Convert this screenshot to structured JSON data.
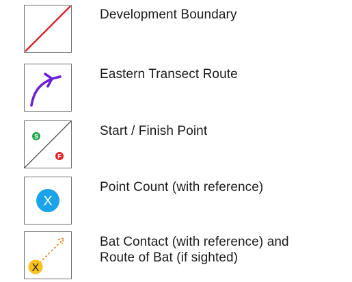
{
  "legend": {
    "items": [
      {
        "symbol": "red-diagonal-line-icon",
        "label": "Development Boundary"
      },
      {
        "symbol": "purple-route-arrow-icon",
        "label": "Eastern Transect Route"
      },
      {
        "symbol": "start-finish-diagonal-icon",
        "label": "Start / Finish Point",
        "start_marker": "S",
        "finish_marker": "F"
      },
      {
        "symbol": "point-count-circle-icon",
        "label": "Point Count (with reference)",
        "marker": "X"
      },
      {
        "symbol": "bat-contact-route-icon",
        "label_line1": "Bat Contact (with reference) and",
        "label_line2": "Route of Bat (if sighted)",
        "marker": "X"
      }
    ]
  },
  "colors": {
    "boundary_red": "#d2232a",
    "route_purple": "#6a1fd6",
    "start_green": "#1ea84a",
    "finish_red": "#e02424",
    "point_count_blue": "#1aa3e8",
    "bat_yellow": "#f7c21c",
    "bat_route_orange": "#f08a2c",
    "box_border": "#6e6e6e",
    "text": "#1a1a1a"
  }
}
